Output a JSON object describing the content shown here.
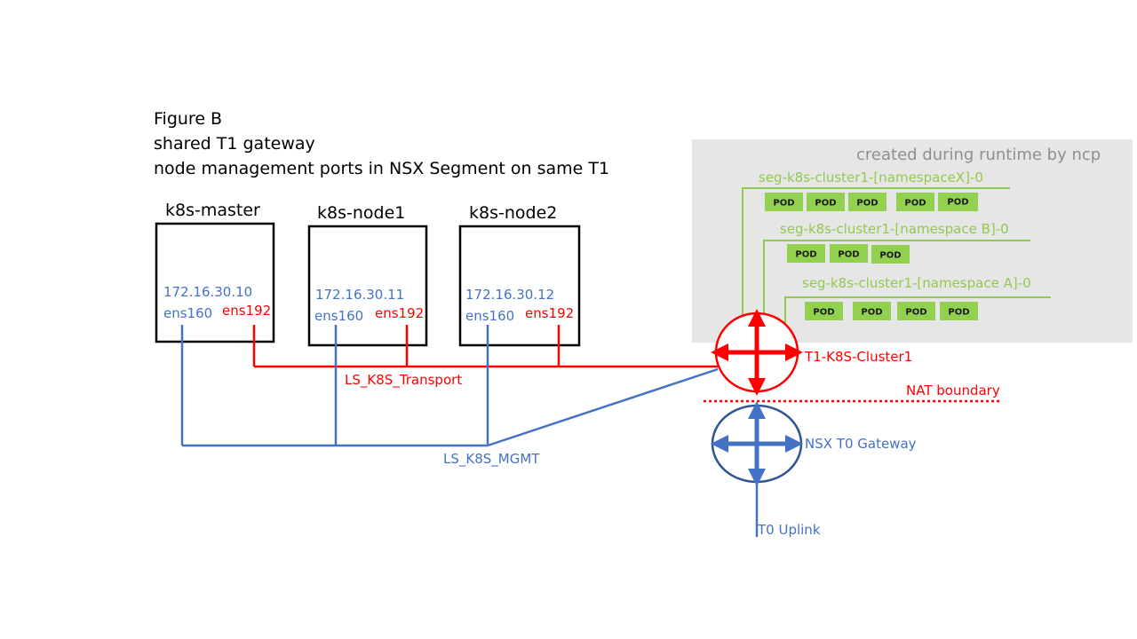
{
  "title_lines": [
    "Figure B",
    "shared T1 gateway",
    "node management ports in NSX Segment on same T1"
  ],
  "nodes": [
    {
      "name": "k8s-master",
      "ip": "172.16.30.10",
      "mgmt_if": "ens160",
      "transport_if": "ens192"
    },
    {
      "name": "k8s-node1",
      "ip": "172.16.30.11",
      "mgmt_if": "ens160",
      "transport_if": "ens192"
    },
    {
      "name": "k8s-node2",
      "ip": "172.16.30.12",
      "mgmt_if": "ens160",
      "transport_if": "ens192"
    }
  ],
  "networks": {
    "transport": "LS_K8S_Transport",
    "mgmt": "LS_K8S_MGMT"
  },
  "runtime_label": "created during runtime by ncp",
  "segments": [
    {
      "name": "seg-k8s-cluster1-[namespaceX]-0",
      "pods": [
        "POD",
        "POD",
        "POD",
        "POD",
        "POD"
      ]
    },
    {
      "name": "seg-k8s-cluster1-[namespace B]-0",
      "pods": [
        "POD",
        "POD",
        "POD"
      ]
    },
    {
      "name": "seg-k8s-cluster1-[namespace A]-0",
      "pods": [
        "POD",
        "POD",
        "POD",
        "POD"
      ]
    }
  ],
  "t1": {
    "name": "T1-K8S-Cluster1"
  },
  "nat_boundary": "NAT boundary",
  "t0": {
    "name": "NSX T0 Gateway",
    "uplink": "T0 Uplink"
  },
  "colors": {
    "red": "#ff0000",
    "blue": "#4472c4",
    "dark_blue": "#2f5597",
    "green": "#92c94f",
    "grey_box": "#e6e6e6",
    "grey_text": "#8f8f8f"
  }
}
